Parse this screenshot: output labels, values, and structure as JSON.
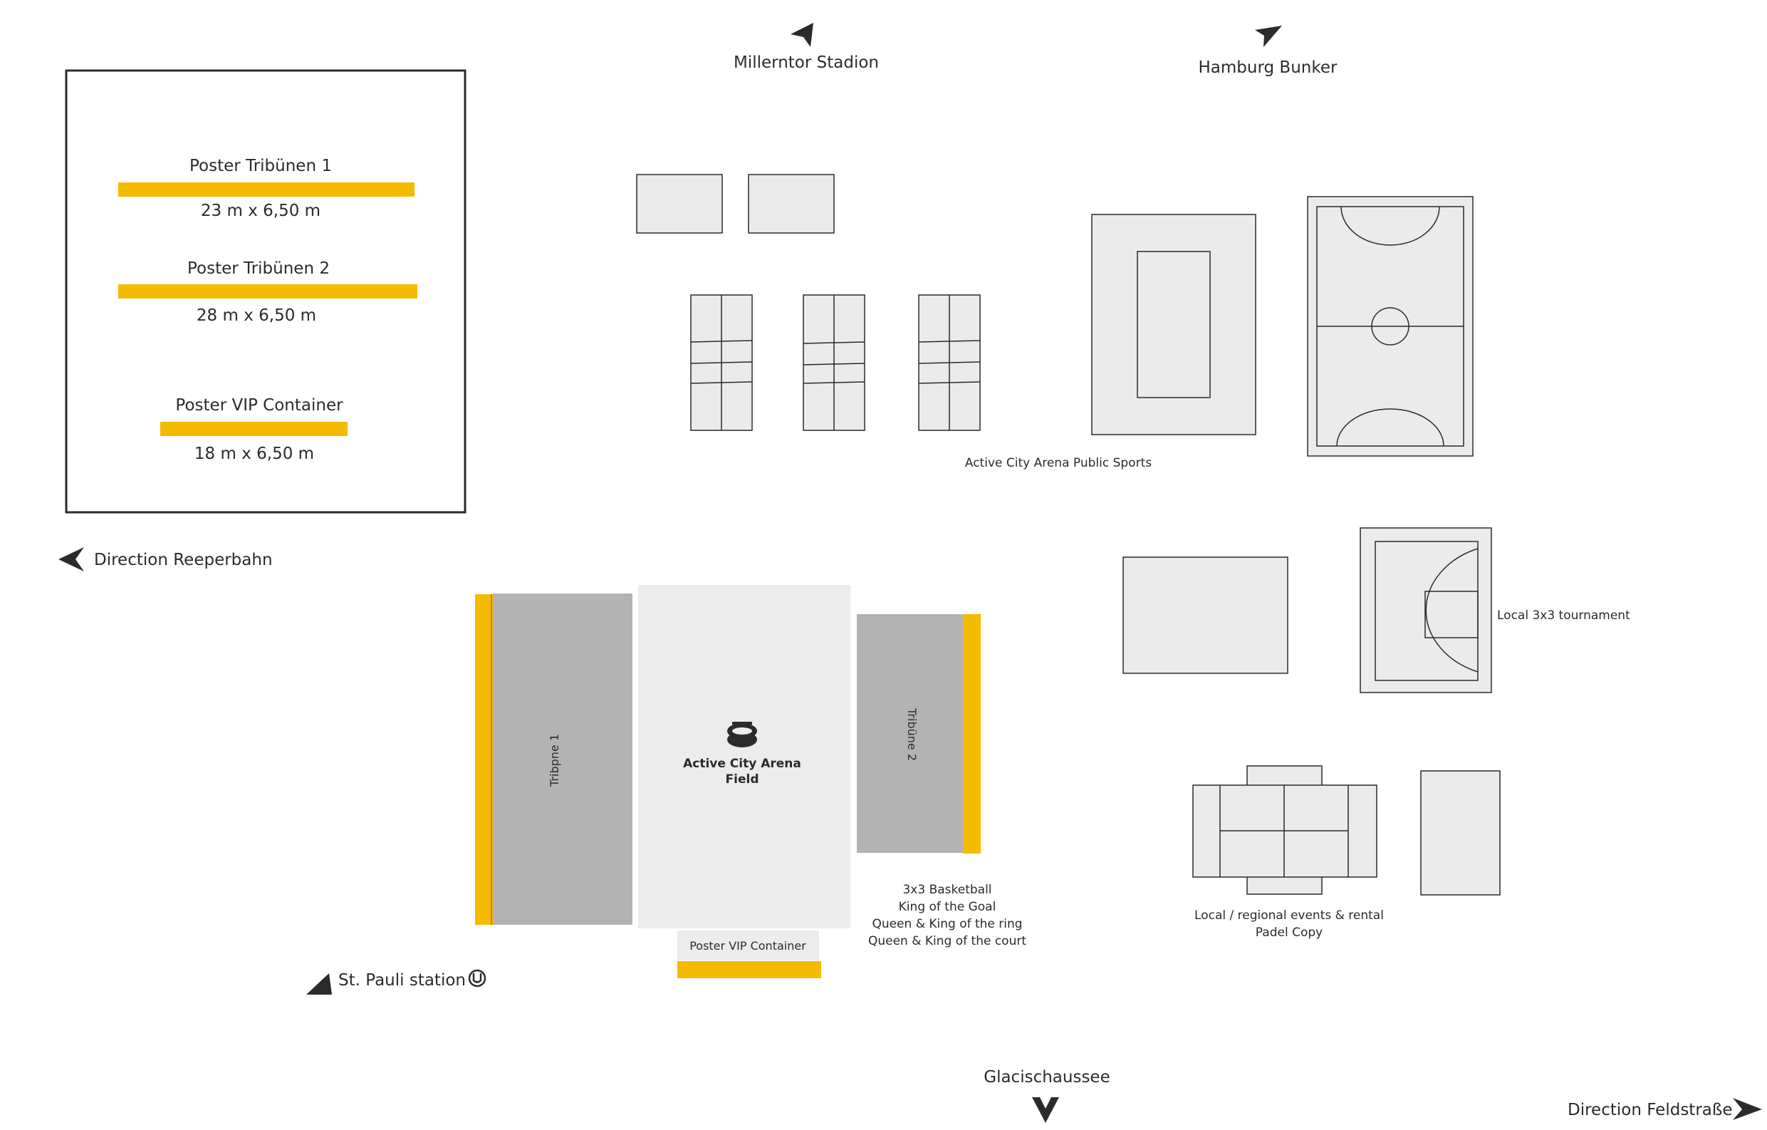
{
  "legend": {
    "items": [
      {
        "title": "Poster Tribünen 1",
        "size": "23 m x 6,50 m"
      },
      {
        "title": "Poster Tribünen 2",
        "size": "28 m x 6,50 m"
      },
      {
        "title": "Poster VIP Container",
        "size": "18 m x 6,50 m"
      }
    ]
  },
  "landmarks": {
    "millerntor": "Millerntor Stadion",
    "bunker": "Hamburg Bunker",
    "reeperbahn": "Direction Reeperbahn",
    "st_pauli": "St. Pauli station",
    "glacischaussee": "Glacischaussee",
    "feldstrasse": "Direction Feldstraße"
  },
  "areas": {
    "public_sports": "Active City Arena Public Sports",
    "local_3x3": "Local 3x3 tournament",
    "field_line1": "Active City Arena",
    "field_line2": "Field",
    "tribune1": "Tribpne 1",
    "tribune2": "Tribüne 2",
    "vip_container": "Poster VIP Container",
    "events_lines": [
      "3x3 Basketball",
      "King of the Goal",
      "Queen & King of the ring",
      "Queen & King of the court"
    ],
    "padel_lines": [
      "Local / regional events & rental",
      "Padel Copy"
    ]
  },
  "colors": {
    "accent_yellow": "#f5bb00",
    "tribune_gray": "#b3b3b3",
    "field_light": "#ececec",
    "court_fill": "#ebebeb",
    "line": "#2b2b2b"
  }
}
